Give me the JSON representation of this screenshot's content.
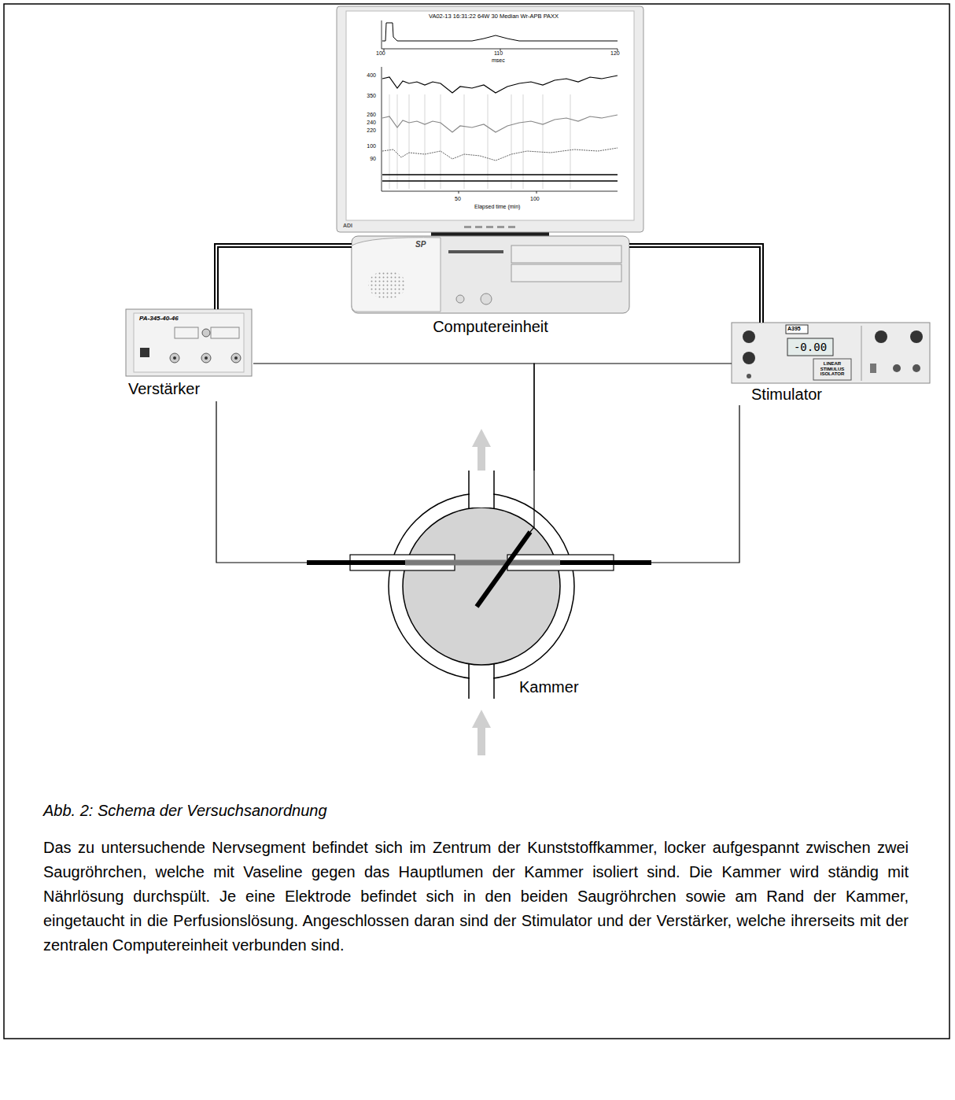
{
  "diagram": {
    "caption": "Abb. 2: Schema der Versuchsanordnung",
    "nodes": [
      {
        "text": [
          "Computereinheit"
        ]
      },
      {
        "text": [
          "Verstärker"
        ]
      },
      {
        "text": [
          "Stimulator"
        ]
      },
      {
        "text": [
          "Kammer"
        ]
      }
    ],
    "edges": [
      {
        "from": 0,
        "to": 1,
        "arrow": "none"
      },
      {
        "from": 0,
        "to": 2,
        "arrow": "none"
      },
      {
        "from": 1,
        "to": 3,
        "arrow": "none"
      },
      {
        "from": 2,
        "to": 3,
        "arrow": "none"
      },
      {
        "from": 1,
        "to": 3,
        "arrow": "none"
      },
      {
        "from": 2,
        "to": 3,
        "arrow": "none"
      }
    ],
    "labels": [
      "VA02-13 16:31:22 64W 30 Median Wr-APB PAXX",
      "100",
      "110",
      "120",
      "msec",
      "400",
      "350",
      "260",
      "240",
      "220",
      "100",
      "90",
      "50",
      "100",
      "Elapsed time (min)",
      "ADI",
      "SP",
      "PA-345-40-46",
      "A395",
      "-0.00",
      "LINEAR STIMULUS ISOLATOR",
      "Das zu untersuchende Nervsegment befindet sich im Zentrum der Kunststoffkammer, locker aufgespannt zwischen zwei Saugröhrchen, welche mit Vaseline gegen das Hauptlumen der Kammer isoliert sind. Die Kammer wird ständig mit Nährlösung durchspült. Je eine Elektrode befindet sich in den beiden Saugröhrchen sowie am Rand der Kammer, eingetaucht in die Perfusionslösung. Angeschlossen daran sind der Stimulator und der Verstärker, welche ihrerseits mit der zentralen Computereinheit verbunden sind."
    ]
  }
}
